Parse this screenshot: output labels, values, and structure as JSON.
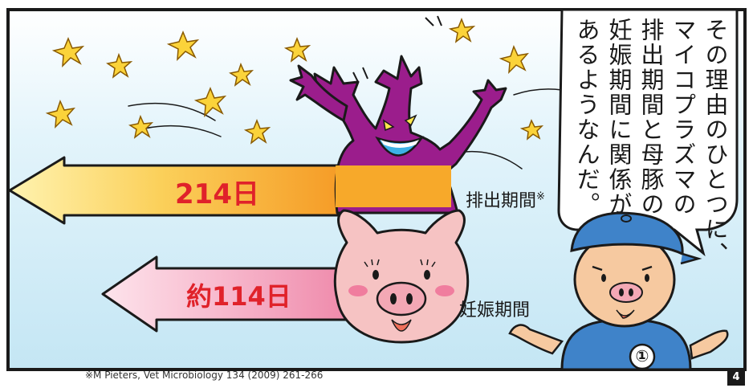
{
  "speech": {
    "lines": [
      "その理由のひとつに、",
      "マイコプラズマの",
      "排出期間と母豚の",
      "妊娠期間に関係が",
      "あるようなんだ。"
    ]
  },
  "arrows": {
    "shedding": {
      "value": "214日",
      "label": "排出期間",
      "mark": "※"
    },
    "pregnancy": {
      "value": "約114日",
      "label": "妊娠期間"
    }
  },
  "character": {
    "badge": "①"
  },
  "citation": "※M Pieters, Vet Microbiology 134 (2009) 261-266",
  "page_number": "4",
  "colors": {
    "sky": "#cfeaf6",
    "arrow_orange": "#f7a92a",
    "arrow_pink": "#ef8cab",
    "mycoplasma": "#9b1d8c",
    "pig": "#f6c3c3",
    "cap": "#3f83c9",
    "value_red": "#e0222a"
  }
}
